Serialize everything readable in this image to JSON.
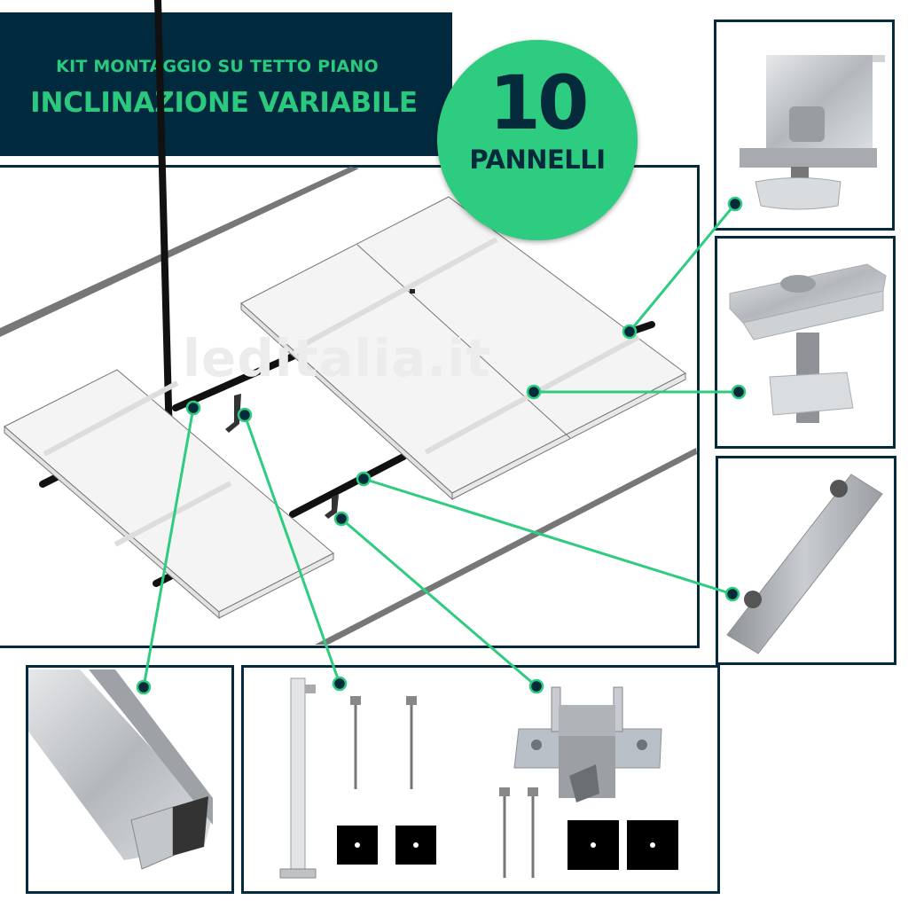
{
  "header": {
    "line1": "KIT MONTAGGIO SU TETTO PIANO",
    "line2": "INCLINAZIONE VARIABILE"
  },
  "badge": {
    "number": "10",
    "label": "PANNELLI"
  },
  "watermark": "leditalia.it",
  "colors": {
    "navy": "#052a3c",
    "green": "#2ecc80",
    "header_bg": "#022a3f",
    "header_text": "#2bc97e"
  },
  "components": [
    {
      "id": "end-clamp",
      "name": "end clamp"
    },
    {
      "id": "mid-clamp",
      "name": "mid clamp"
    },
    {
      "id": "rail-connector",
      "name": "rail connector"
    },
    {
      "id": "mounting-rail",
      "name": "aluminium rail profile"
    },
    {
      "id": "adjustable-leg",
      "name": "adjustable tilt leg with screws and rubber pads"
    },
    {
      "id": "roof-hook",
      "name": "base hinge with screws and rubber pads"
    }
  ]
}
